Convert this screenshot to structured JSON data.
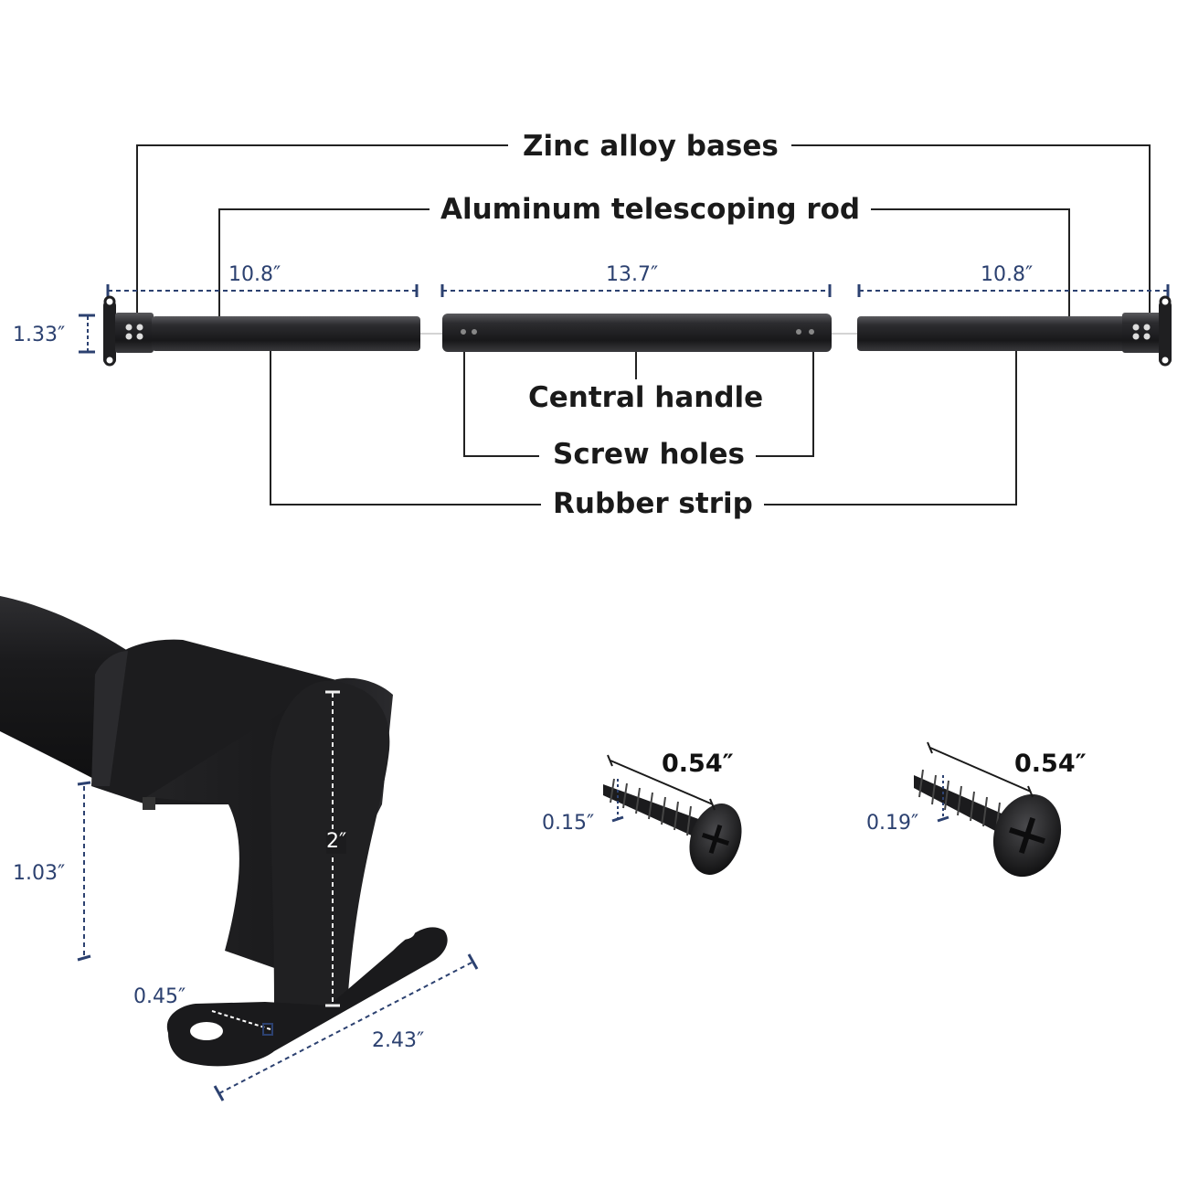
{
  "callouts": {
    "zinc_bases": "Zinc alloy bases",
    "aluminum_rod": "Aluminum telescoping rod",
    "central_handle": "Central handle",
    "screw_holes": "Screw holes",
    "rubber_strip": "Rubber strip"
  },
  "dimensions": {
    "left_segment": "10.8″",
    "middle_segment": "13.7″",
    "right_segment": "10.8″",
    "rod_diameter": "1.33″",
    "base_height": "2″",
    "mount_height": "1.03″",
    "base_plate_thickness": "0.45″",
    "base_plate_length": "2.43″",
    "screw_a_length": "0.54″",
    "screw_a_diameter": "0.15″",
    "screw_b_length": "0.54″",
    "screw_b_diameter": "0.19″"
  },
  "colors": {
    "dimension_line": "#2c4170",
    "rod_dark": "#1e1e20",
    "leader_line": "#222222"
  }
}
